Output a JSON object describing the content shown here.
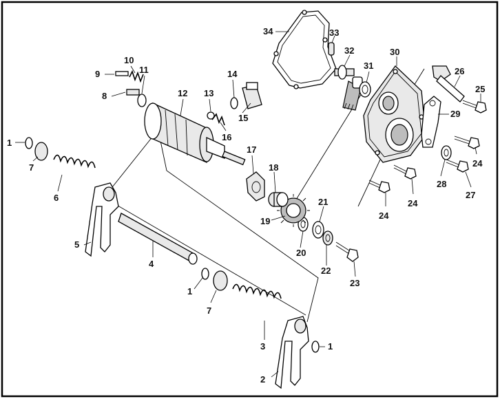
{
  "diagram": {
    "callouts": [
      {
        "id": "c1a",
        "label": "1"
      },
      {
        "id": "c1b",
        "label": "1"
      },
      {
        "id": "c1c",
        "label": "1"
      },
      {
        "id": "c2",
        "label": "2"
      },
      {
        "id": "c3",
        "label": "3"
      },
      {
        "id": "c4",
        "label": "4"
      },
      {
        "id": "c5",
        "label": "5"
      },
      {
        "id": "c6",
        "label": "6"
      },
      {
        "id": "c7a",
        "label": "7"
      },
      {
        "id": "c7b",
        "label": "7"
      },
      {
        "id": "c8",
        "label": "8"
      },
      {
        "id": "c9",
        "label": "9"
      },
      {
        "id": "c10",
        "label": "10"
      },
      {
        "id": "c11",
        "label": "11"
      },
      {
        "id": "c12",
        "label": "12"
      },
      {
        "id": "c13",
        "label": "13"
      },
      {
        "id": "c14",
        "label": "14"
      },
      {
        "id": "c15",
        "label": "15"
      },
      {
        "id": "c16",
        "label": "16"
      },
      {
        "id": "c17",
        "label": "17"
      },
      {
        "id": "c18",
        "label": "18"
      },
      {
        "id": "c19",
        "label": "19"
      },
      {
        "id": "c20",
        "label": "20"
      },
      {
        "id": "c21",
        "label": "21"
      },
      {
        "id": "c22",
        "label": "22"
      },
      {
        "id": "c23",
        "label": "23"
      },
      {
        "id": "c24a",
        "label": "24"
      },
      {
        "id": "c24b",
        "label": "24"
      },
      {
        "id": "c24c",
        "label": "24"
      },
      {
        "id": "c25",
        "label": "25"
      },
      {
        "id": "c26",
        "label": "26"
      },
      {
        "id": "c27",
        "label": "27"
      },
      {
        "id": "c28",
        "label": "28"
      },
      {
        "id": "c29",
        "label": "29"
      },
      {
        "id": "c30",
        "label": "30"
      },
      {
        "id": "c31",
        "label": "31"
      },
      {
        "id": "c32",
        "label": "32"
      },
      {
        "id": "c33",
        "label": "33"
      },
      {
        "id": "c34",
        "label": "34"
      }
    ]
  }
}
